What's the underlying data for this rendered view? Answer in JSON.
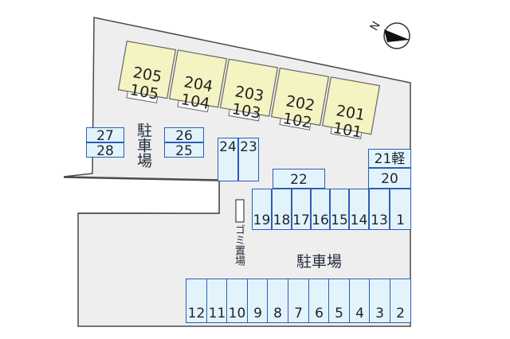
{
  "colors": {
    "lot": "#eeeeee",
    "outline": "#4a4a4a",
    "building_fill": "#f4f3c2",
    "building_stroke": "#666666",
    "slot_fill": "#e3f3fb",
    "slot_stroke": "#2b5db7",
    "text": "#1f2a3a"
  },
  "compass": {
    "letter": "N",
    "icon": "north-arrow-icon"
  },
  "buildings": [
    {
      "upper": "205",
      "lower": "105"
    },
    {
      "upper": "204",
      "lower": "104"
    },
    {
      "upper": "203",
      "lower": "103"
    },
    {
      "upper": "202",
      "lower": "102"
    },
    {
      "upper": "201",
      "lower": "101"
    }
  ],
  "labels": {
    "parking_left": "駐車場",
    "parking_center": "駐車場",
    "garbage": "ゴミ置場"
  },
  "parking": {
    "left_pairs": [
      {
        "top": "27",
        "bottom": "28"
      },
      {
        "top": "26",
        "bottom": "25"
      }
    ],
    "middle_pair": [
      "24",
      "23"
    ],
    "slot_22": "22",
    "slot_21": "21軽",
    "slot_20": "20",
    "middle_row": [
      "19",
      "18",
      "17",
      "16",
      "15",
      "14",
      "13",
      "1"
    ],
    "bottom_row": [
      "12",
      "11",
      "10",
      "9",
      "8",
      "7",
      "6",
      "5",
      "4",
      "3",
      "2"
    ]
  }
}
